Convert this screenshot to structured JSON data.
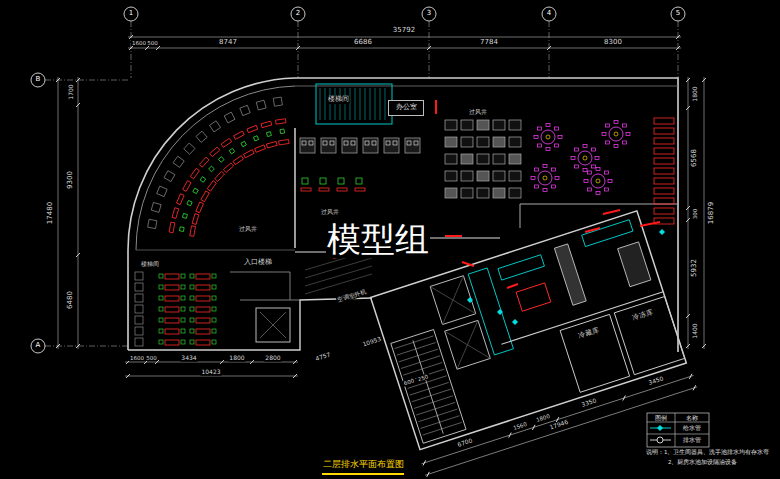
{
  "diagram": {
    "title": "二层排水平面布置图",
    "nodes": [
      {
        "text": [
          "办公室"
        ]
      }
    ],
    "labels": [
      "1",
      "2",
      "3",
      "4",
      "5",
      "B",
      "A",
      "35792",
      "1600",
      "500",
      "8747",
      "6686",
      "7784",
      "8300",
      "17480",
      "1700",
      "9300",
      "6480",
      "1800",
      "6568",
      "300",
      "5932",
      "1400",
      "16879",
      "1600",
      "500",
      "3434",
      "1800",
      "2800",
      "10423",
      "4757",
      "10953",
      "600",
      "250",
      "1560",
      "1800",
      "3350",
      "3450",
      "17946",
      "6700",
      "楼梯间",
      "过风井",
      "过风井",
      "楼梯间",
      "入口楼梯",
      "过风井",
      "冷藏库",
      "冷冻库",
      "空调室外机",
      "图例",
      "名称",
      "说明：1、卫生间器具、洗手池排水均有存水弯",
      "2、厨房水池加设隔油设备",
      "模型组"
    ],
    "legend": [
      {
        "text": "给水管"
      },
      {
        "text": "排水管"
      }
    ]
  }
}
